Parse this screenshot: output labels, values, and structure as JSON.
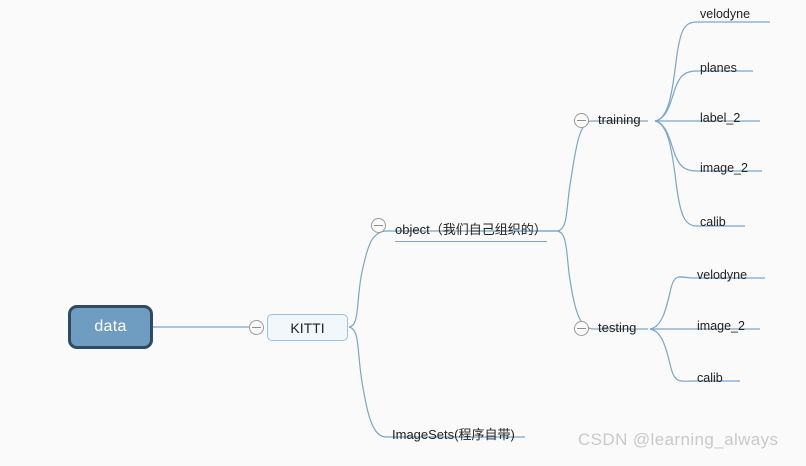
{
  "canvas": {
    "background": "#fafafa",
    "line_color": "#79a7c9"
  },
  "mindmap": {
    "root": {
      "label": "data",
      "fill": "#6f9dc2",
      "border": "#2f4a61",
      "text_color": "#ffffff"
    },
    "level1": {
      "label": "KITTI",
      "fill": "#f2f7fc",
      "border": "#9dc0de",
      "toggle": "collapse-minus-icon"
    },
    "level2": [
      {
        "label": "object（我们自己组织的）",
        "toggle": "collapse-minus-icon"
      },
      {
        "label": "ImageSets(程序自带)",
        "toggle": null
      }
    ],
    "level3": [
      {
        "label": "training",
        "toggle": "collapse-minus-icon"
      },
      {
        "label": "testing",
        "toggle": "collapse-minus-icon"
      }
    ],
    "training_children": [
      {
        "label": "velodyne"
      },
      {
        "label": "planes"
      },
      {
        "label": "label_2"
      },
      {
        "label": "image_2"
      },
      {
        "label": "calib"
      }
    ],
    "testing_children": [
      {
        "label": "velodyne"
      },
      {
        "label": "image_2"
      },
      {
        "label": "calib"
      }
    ]
  },
  "watermark": {
    "text": "CSDN @learning_always",
    "color": "#c9c9c9"
  }
}
